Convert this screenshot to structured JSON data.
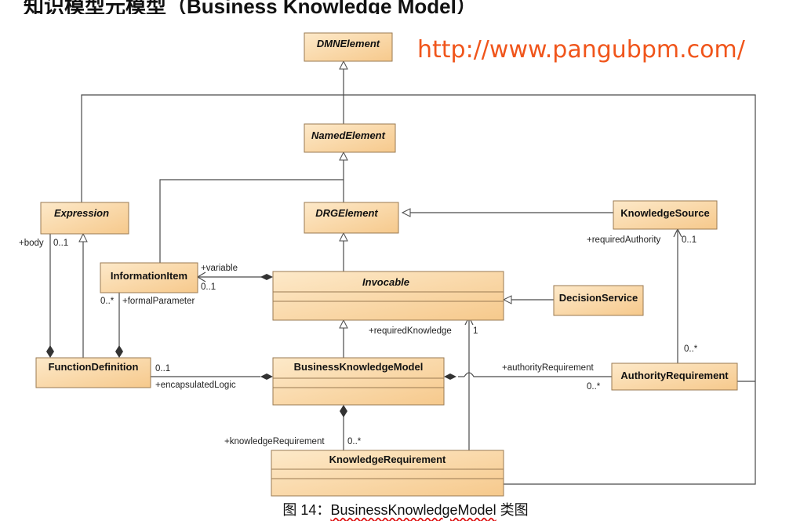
{
  "heading": "知识模型元模型（Business Knowledge Model）",
  "watermark_url": "http://www.pangubpm.com/",
  "caption": {
    "prefix": "图 14：",
    "name": "BusinessKnowledgeModel",
    "suffix": " 类图"
  },
  "colors": {
    "class_fill_top": "#fde9c9",
    "class_fill_bottom": "#f6c98c",
    "url": "#f0551b"
  },
  "classes": {
    "dmn_element": "DMNElement",
    "named_element": "NamedElement",
    "expression": "Expression",
    "drg_element": "DRGElement",
    "knowledge_source": "KnowledgeSource",
    "information_item": "InformationItem",
    "invocable": "Invocable",
    "decision_service": "DecisionService",
    "function_definition": "FunctionDefinition",
    "business_knowledge_model": "BusinessKnowledgeModel",
    "authority_requirement": "AuthorityRequirement",
    "knowledge_requirement": "KnowledgeRequirement"
  },
  "labels": {
    "body": "+body",
    "body_mult": "0..1",
    "variable": "+variable",
    "variable_mult": "0..1",
    "formal_param_mult": "0..*",
    "formal_param": "+formalParameter",
    "required_knowledge": "+requiredKnowledge",
    "required_knowledge_mult": "1",
    "required_authority": "+requiredAuthority",
    "required_authority_mult": "0..1",
    "authority_top_mult": "0..*",
    "encap_mult": "0..1",
    "encap_logic": "+encapsulatedLogic",
    "authority_req": "+authorityRequirement",
    "authority_req_mult": "0..*",
    "knowledge_req": "+knowledgeRequirement",
    "knowledge_req_mult": "0..*"
  }
}
